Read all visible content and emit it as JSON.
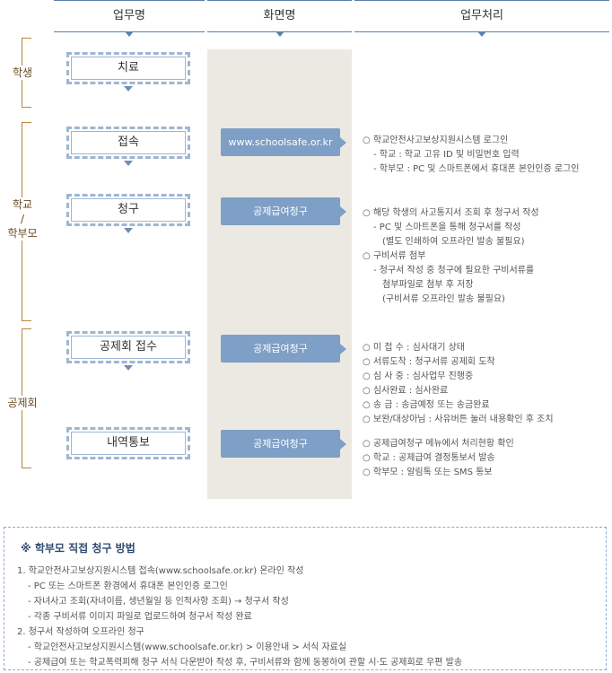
{
  "headers": {
    "task": "업무명",
    "screen": "화면명",
    "process": "업무처리"
  },
  "groups": {
    "student": "학생",
    "school_parent": [
      "학교",
      "/",
      "학부모"
    ],
    "association": "공제회"
  },
  "tasks": [
    "치료",
    "접속",
    "청구",
    "공제회 접수",
    "내역통보"
  ],
  "screens": {
    "connect": "www.schoolsafe.or.kr",
    "claim": "공제급여청구",
    "receipt": "공제급여청구",
    "notice": "공제급여청구"
  },
  "processes": {
    "connect": [
      "○ 학교안전사고보상지원시스템 로그인",
      "- 학교 : 학교 고유 ID 및 비밀번호 입력",
      "- 학부모 : PC 및 스마트폰에서 휴대폰 본인인증 로그인"
    ],
    "claim": [
      "○ 해당 학생의 사고통지서 조회 후 청구서 작성",
      "- PC 및 스마트폰을 통해 청구서를 작성",
      "(별도 인쇄하여 오프라인 발송 불필요)",
      "○ 구비서류 첨부",
      "- 청구서 작성 중 청구에 필요한 구비서류를",
      "첨부파일로 첨부 후 저장",
      "(구비서류 오프라인 발송 불필요)"
    ],
    "receipt": [
      "○ 미  접  수 : 심사대기  상태",
      "○ 서류도착 : 청구서류 공제회 도착",
      "○ 심  사  중 : 심사업무 진행중",
      "○ 심사완료 : 심사완료",
      "○ 송       금 : 송금예정 또는 송금완료",
      "○ 보완/대상아님 : 사유버튼 눌러 내용확인 후 조치"
    ],
    "notice": [
      "○ 공제급여청구 메뉴에서 처리현황 확인",
      "○ 학교 : 공제급여 결정통보서 발송",
      "○ 학부모 : 알림톡 또는 SMS 통보"
    ]
  },
  "note": {
    "title": "※ 학부모 직접 청구 방법",
    "lines": [
      "1. 학교안전사고보상지원시스템 접속(www.schoolsafe.or.kr) 온라인 작성",
      "- PC 또는 스마트폰 환경에서 휴대폰 본인인증 로그인",
      "- 자녀사고 조회(자녀이름, 생년월일 등 인적사항 조회) → 청구서 작성",
      "- 각종 구비서류 이미지 파일로 업로드하여 청구서 작성 완료",
      "2. 청구서 작성하여 오프라인 청구",
      "- 학교안전사고보상지원시스템(www.schoolsafe.or.kr) > 이용안내 > 서식 자료실",
      "- 공제급여 또는 학교폭력피해 청구 서식 다운받아 작성 후, 구비서류와 함께 동봉하여 관할 시·도 공제회로 우편 발송"
    ]
  },
  "colors": {
    "accent": "#7e9fc6",
    "header_line": "#5b7fa8",
    "bracket": "#b8863e",
    "screen_bg": "#ece9e3"
  }
}
